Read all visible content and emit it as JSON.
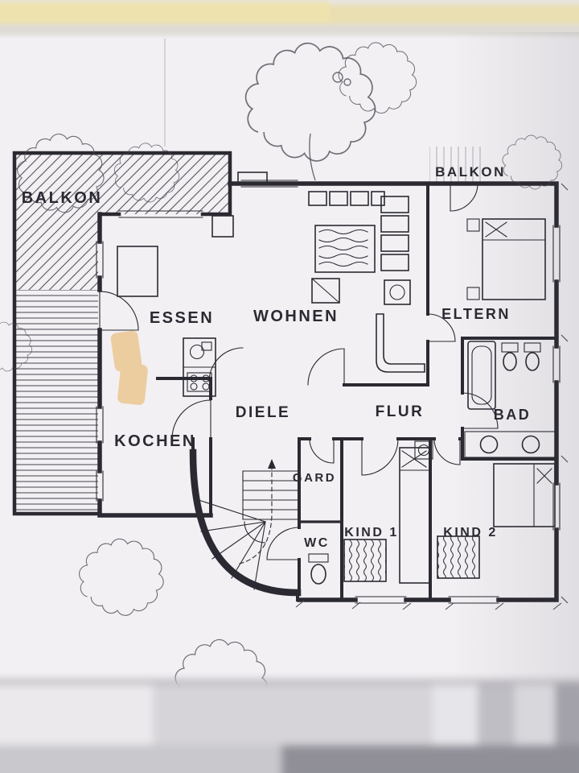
{
  "photo": {
    "paper_color": "#f2f0f3",
    "ink_color": "#2b2a32",
    "desk_top_color": "#e7e3dc",
    "cream_strip_color": "#eadfb2",
    "desk_bottom_color": "#d6d4d8",
    "highlight_color": "#ecc892"
  },
  "floorplan": {
    "labels": {
      "balkon_left": "BALKON",
      "balkon_right": "BALKON",
      "essen": "ESSEN",
      "wohnen": "WOHNEN",
      "eltern": "ELTERN",
      "kochen": "KOCHEN",
      "diele": "DIELE",
      "flur": "FLUR",
      "bad": "BAD",
      "gard": "GARD",
      "wc": "WC",
      "kind1": "KIND 1",
      "kind2": "KIND 2"
    }
  }
}
